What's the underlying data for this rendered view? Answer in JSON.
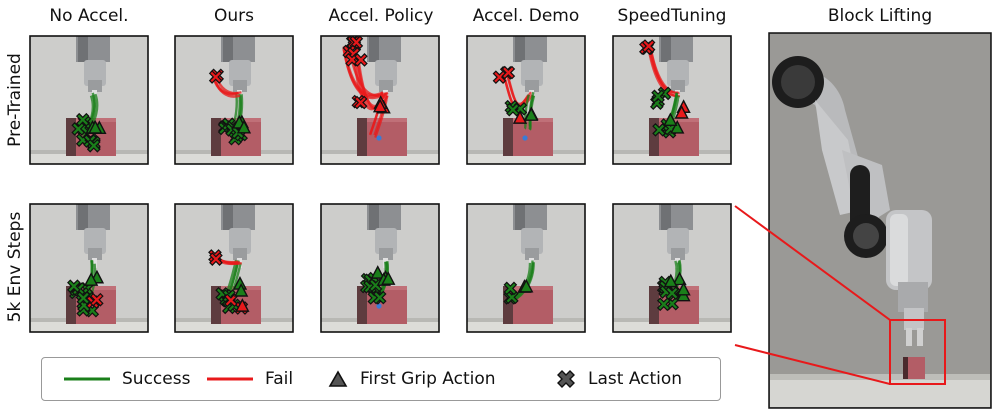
{
  "columns": [
    "No Accel.",
    "Ours",
    "Accel. Policy",
    "Accel. Demo",
    "SpeedTuning"
  ],
  "rows": [
    "Pre-Trained",
    "5k Env Steps"
  ],
  "side_panel": {
    "title": "Block Lifting"
  },
  "legend": {
    "success": "Success",
    "fail": "Fail",
    "first_grip": "First Grip Action",
    "last_action": "Last Action"
  },
  "colors": {
    "success": "#1a7f1a",
    "fail": "#e8191b",
    "zoom_box": "#e8191b",
    "block": "#b05a62"
  },
  "icons": [
    "triangle-marker-icon",
    "x-marker-icon"
  ]
}
